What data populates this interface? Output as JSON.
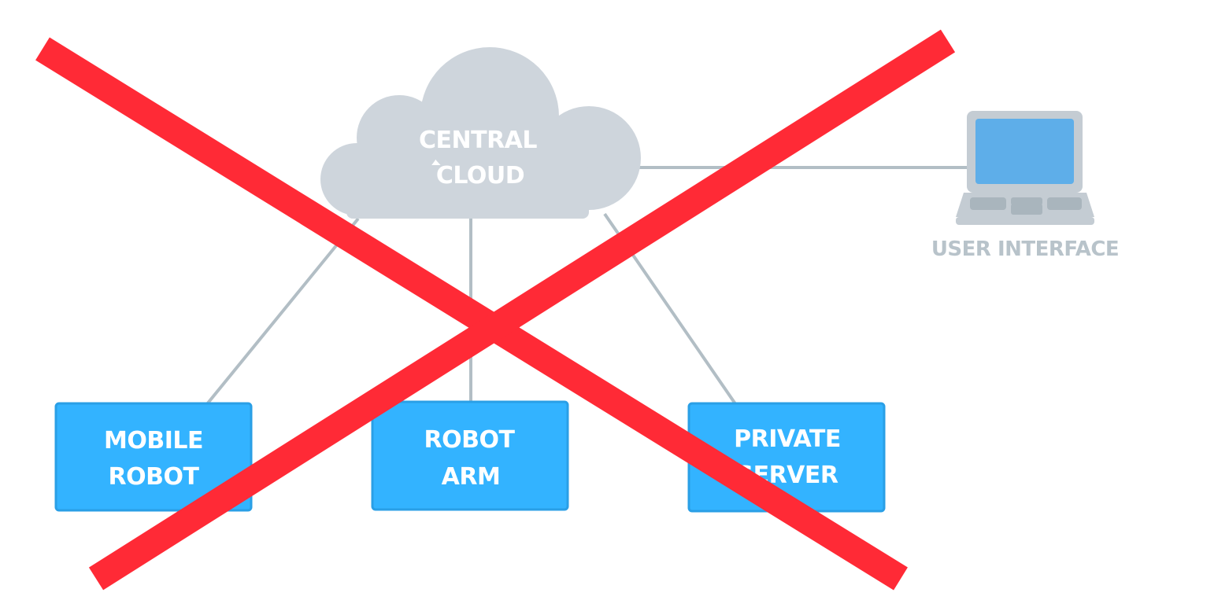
{
  "colors": {
    "link": "#b2bec5",
    "cloud": "#ced5dc",
    "box": "#33b3ff",
    "box_edge": "#2a9fe6",
    "laptop_body": "#c4ccd3",
    "laptop_screen": "#5eaee9",
    "laptop_keys": "#a9b5bd",
    "ui_label": "#b8c3ca",
    "cross": "#ff2a36"
  },
  "nodes": {
    "cloud": {
      "line1": "CENTRAL",
      "line2": "CLOUD",
      "icon": "cloud-icon"
    },
    "mobile_robot": {
      "line1": "MOBILE",
      "line2": "ROBOT"
    },
    "robot_arm": {
      "line1": "ROBOT",
      "line2": "ARM"
    },
    "private_server": {
      "line1": "PRIVATE",
      "line2": "SERVER"
    },
    "user_interface": {
      "label": "USER INTERFACE",
      "icon": "laptop-icon"
    }
  },
  "overlay": {
    "icon": "red-x-cross-icon"
  }
}
